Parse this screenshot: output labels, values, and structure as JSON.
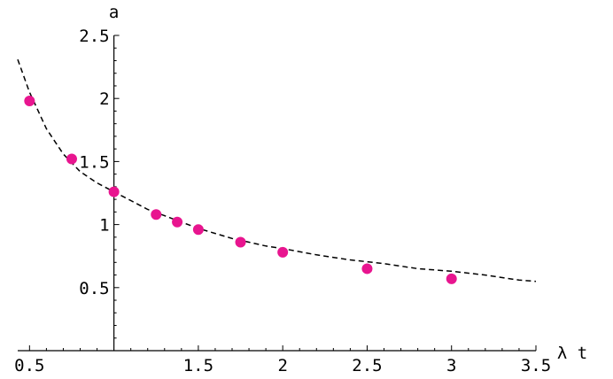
{
  "chart_data": {
    "type": "scatter",
    "xlabel": "λ t",
    "ylabel": "a",
    "xlim": [
      0.43,
      3.5
    ],
    "ylim": [
      0,
      2.5
    ],
    "x_ticks": [
      0.5,
      1.5,
      2,
      2.5,
      3,
      3.5
    ],
    "x_tick_labels": [
      "0.5",
      "1.5",
      "2",
      "2.5",
      "3",
      "3.5"
    ],
    "y_ticks": [
      0.5,
      1,
      1.5,
      2,
      2.5
    ],
    "y_tick_labels": [
      "0.5",
      "1",
      "1.5",
      "2",
      "2.5"
    ],
    "y_axis_at_x": 1,
    "grid": false,
    "colors": {
      "points": "#e8158f",
      "curve": "#000000",
      "axes": "#000000"
    },
    "series": [
      {
        "style": "points",
        "x": [
          0.5,
          0.75,
          1.0,
          1.25,
          1.375,
          1.5,
          1.75,
          2.0,
          2.5,
          3.0
        ],
        "y": [
          1.98,
          1.52,
          1.26,
          1.08,
          1.02,
          0.96,
          0.86,
          0.78,
          0.65,
          0.57
        ]
      },
      {
        "style": "dashed-line",
        "x": [
          0.43,
          0.5,
          0.6,
          0.7,
          0.8,
          0.9,
          1.0,
          1.1,
          1.2,
          1.3,
          1.4,
          1.5,
          1.6,
          1.7,
          1.8,
          1.9,
          2.0,
          2.2,
          2.4,
          2.6,
          2.8,
          3.0,
          3.2,
          3.4,
          3.5
        ],
        "y": [
          2.31,
          2.05,
          1.76,
          1.56,
          1.42,
          1.33,
          1.26,
          1.19,
          1.12,
          1.07,
          1.02,
          0.97,
          0.93,
          0.89,
          0.86,
          0.83,
          0.81,
          0.76,
          0.72,
          0.69,
          0.65,
          0.63,
          0.6,
          0.56,
          0.55
        ]
      }
    ]
  }
}
